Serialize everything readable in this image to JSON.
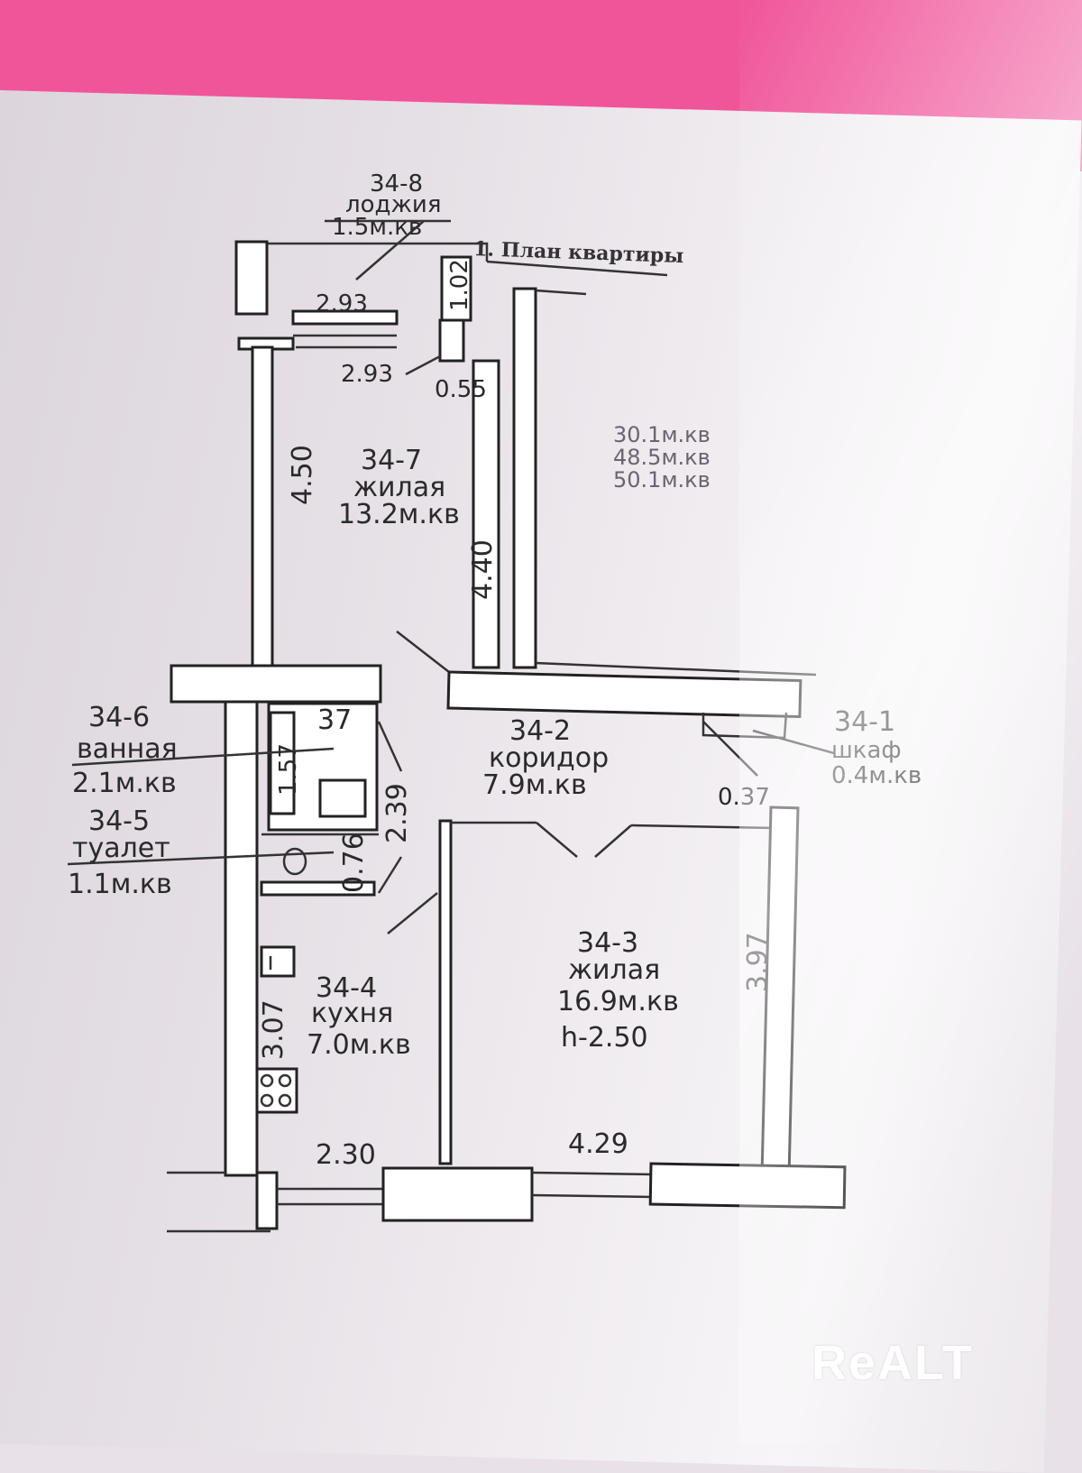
{
  "plan": {
    "title": "1. План квартиры",
    "totals": [
      "30.1м.кв",
      "48.5м.кв",
      "50.1м.кв"
    ],
    "rooms": {
      "r8": {
        "id": "34-8",
        "name": "лоджия",
        "area": "1.5м.кв"
      },
      "r7": {
        "id": "34-7",
        "name": "жилая",
        "area": "13.2м.кв"
      },
      "r6": {
        "id": "34-6",
        "name": "ванная",
        "area": "2.1м.кв"
      },
      "r5": {
        "id": "34-5",
        "name": "туалет",
        "area": "1.1м.кв"
      },
      "r4": {
        "id": "34-4",
        "name": "кухня",
        "area": "7.0м.кв"
      },
      "r3": {
        "id": "34-3",
        "name": "жилая",
        "area": "16.9м.кв",
        "height": "h-2.50"
      },
      "r2": {
        "id": "34-2",
        "name": "коридор",
        "area": "7.9м.кв"
      },
      "r1": {
        "id": "34-1",
        "name": "шкаф",
        "area": "0.4м.кв"
      }
    },
    "dims": {
      "d293a": "2.93",
      "d293b": "2.93",
      "d102": "1.02",
      "d055": "0.55",
      "d450": "4.50",
      "d440": "4.40",
      "d157": "1.57",
      "d37": "37",
      "d239": "2.39",
      "d076": "0.76",
      "d037": "0.37",
      "d397": "3.97",
      "d307": "3.07",
      "d230": "2.30",
      "d429": "4.29"
    }
  },
  "watermark": "ReALT"
}
